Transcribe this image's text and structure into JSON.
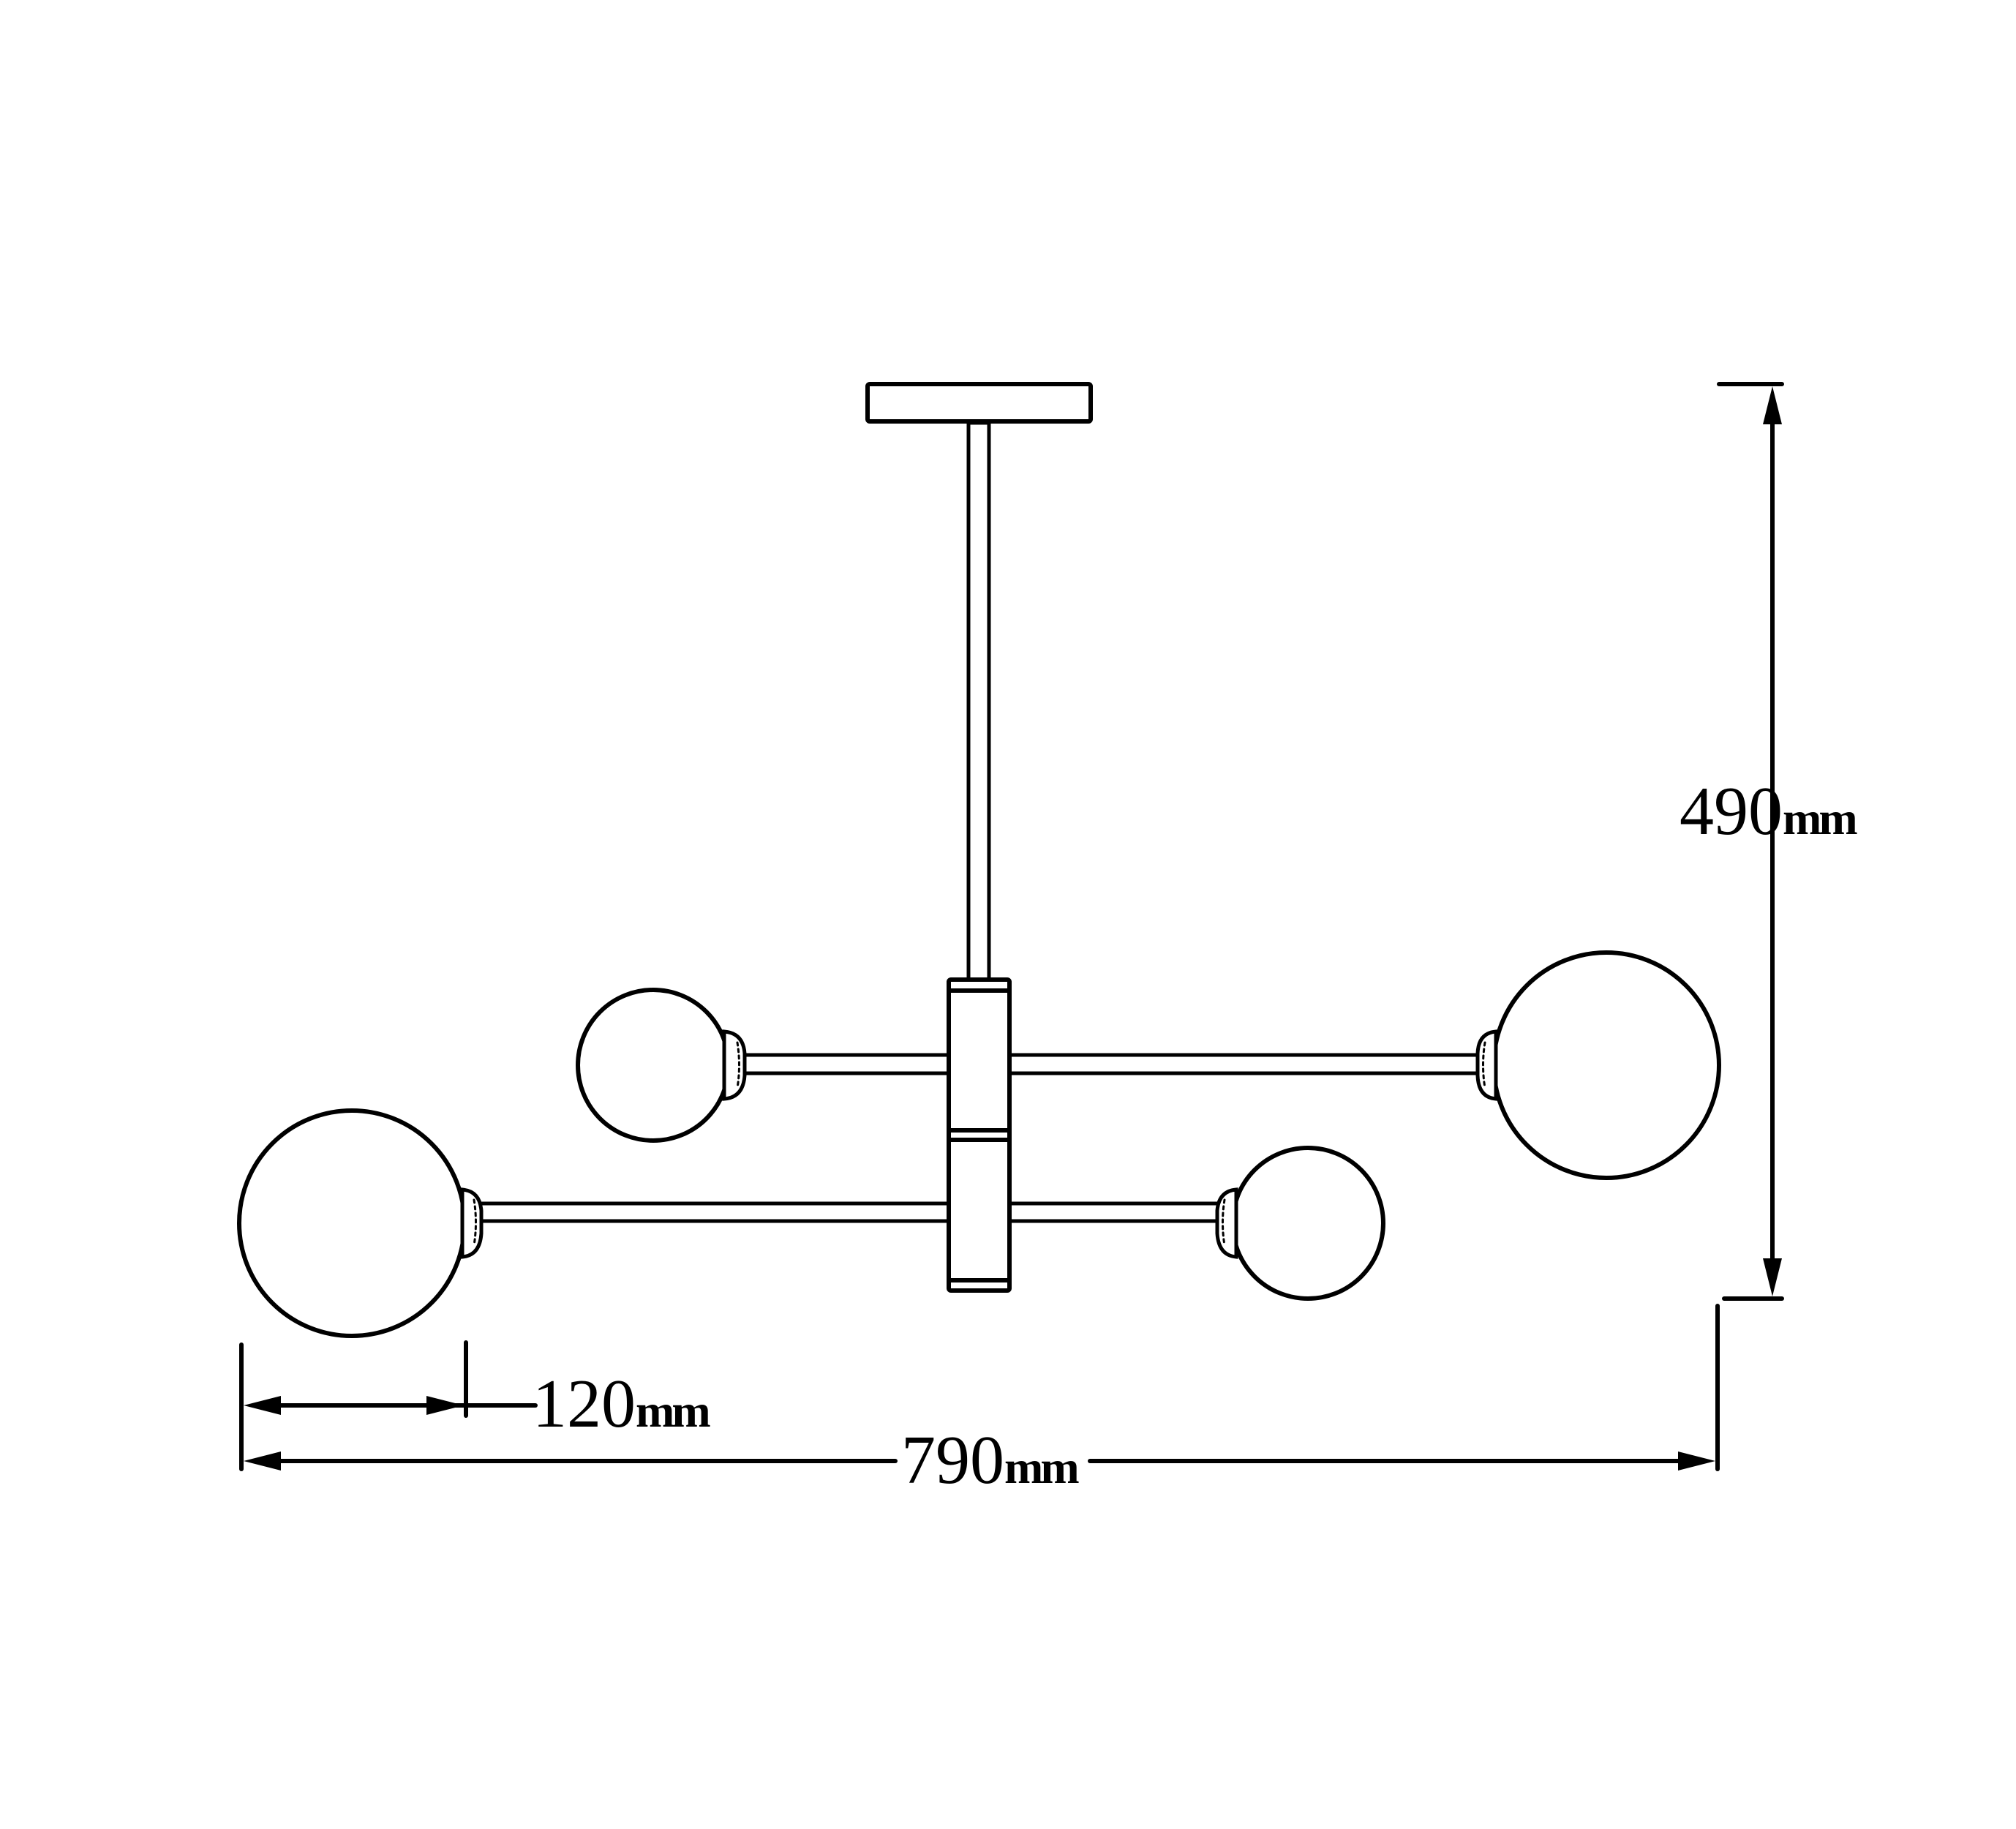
{
  "drawing": {
    "subject": "4-globe pendant chandelier",
    "background": "#ffffff",
    "line_color": "#000000"
  },
  "dimensions": {
    "height": {
      "value": "490",
      "unit": "mm",
      "label": "490mm"
    },
    "width": {
      "value": "790",
      "unit": "mm",
      "label": "790mm"
    },
    "globe_diameter": {
      "value": "120",
      "unit": "mm",
      "label": "120mm"
    }
  },
  "parts": {
    "canopy": "ceiling-canopy",
    "rod": "down-rod",
    "body": "central-body",
    "arms": [
      "upper-arm",
      "lower-arm"
    ],
    "globes": [
      "globe-upper-left-small",
      "globe-upper-right-large",
      "globe-lower-left-large",
      "globe-lower-right-small"
    ]
  }
}
